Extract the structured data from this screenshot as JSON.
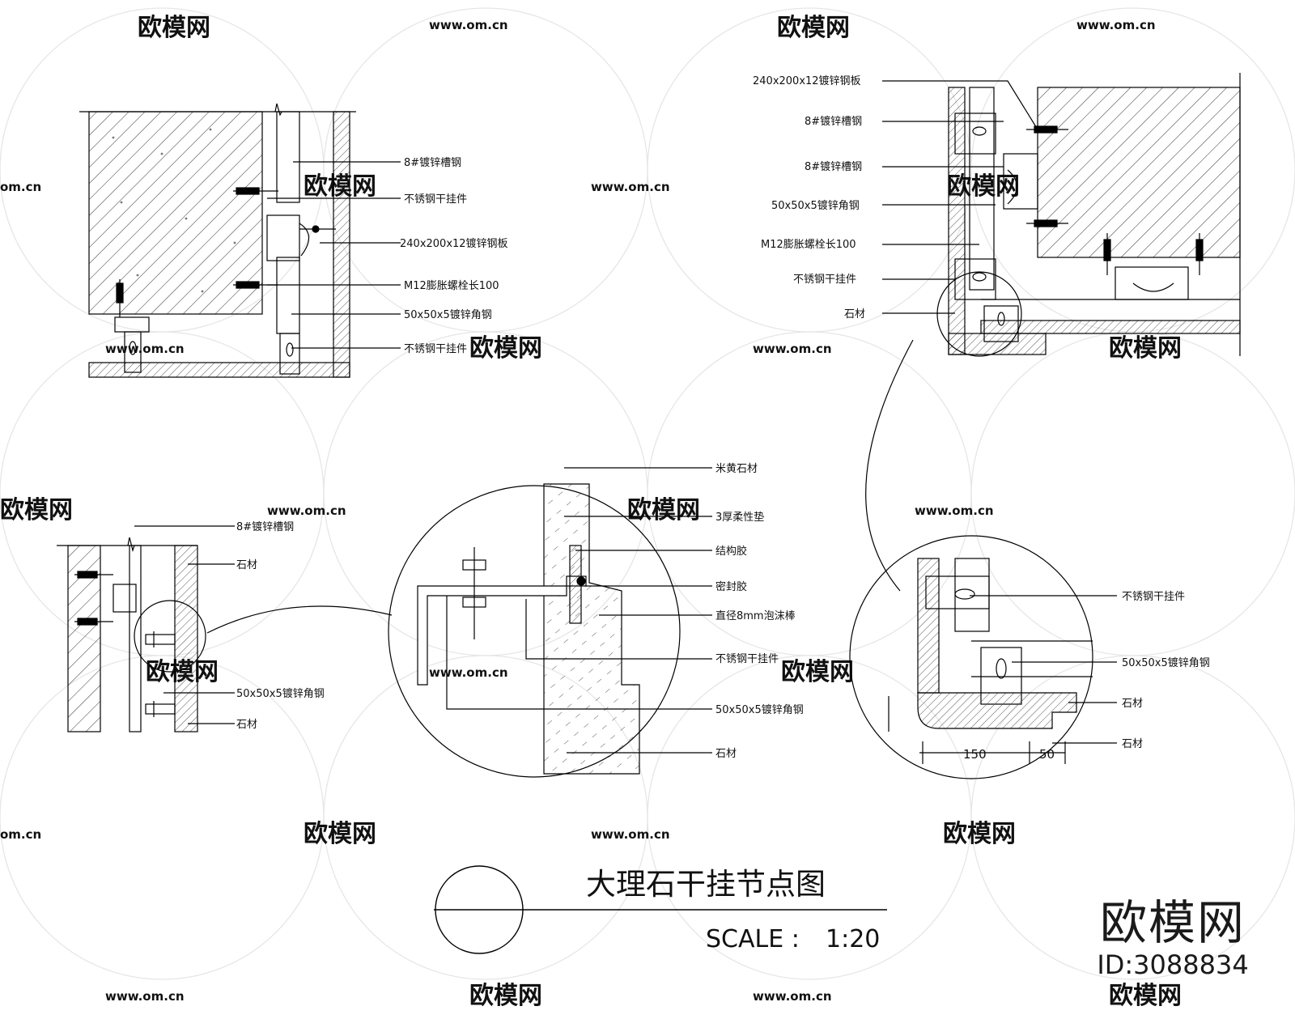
{
  "drawing": {
    "title": "大理石干挂节点图",
    "scale_label": "SCALE :",
    "scale_value": "1:20"
  },
  "detail_a": {
    "labels": [
      "8#镀锌槽钢",
      "不锈钢干挂件",
      "240x200x12镀锌钢板",
      "M12膨胀螺栓长100",
      "50x50x5镀锌角钢",
      "不锈钢干挂件"
    ]
  },
  "detail_b": {
    "labels": [
      "240x200x12镀锌钢板",
      "8#镀锌槽钢",
      "8#镀锌槽钢",
      "50x50x5镀锌角钢",
      "M12膨胀螺栓长100",
      "不锈钢干挂件",
      "石材"
    ]
  },
  "detail_c": {
    "labels": [
      "8#镀锌槽钢",
      "石材",
      "50x50x5镀锌角钢",
      "石材"
    ]
  },
  "detail_d": {
    "labels": [
      "米黄石材",
      "3厚柔性垫",
      "结构胶",
      "密封胶",
      "直径8mm泡沫棒",
      "不锈钢干挂件",
      "50x50x5镀锌角钢",
      "石材"
    ]
  },
  "detail_e": {
    "labels": [
      "不锈钢干挂件",
      "50x50x5镀锌角钢",
      "石材",
      "石材"
    ],
    "dims": [
      "150",
      "50"
    ]
  },
  "watermark": {
    "text": "欧模网",
    "url": "www.om.cn",
    "url_short": "om.cn"
  },
  "brand": {
    "name": "欧模网",
    "id": "ID:3088834"
  }
}
